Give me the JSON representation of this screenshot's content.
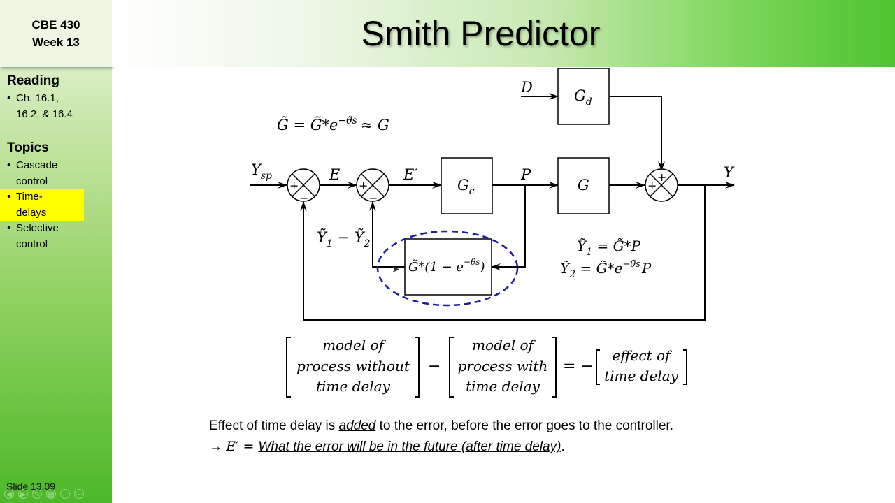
{
  "sidebar": {
    "course_line1": "CBE 430",
    "course_line2": "Week 13",
    "reading_heading": "Reading",
    "reading_items": [
      "Ch. 16.1,",
      "16.2, & 16.4"
    ],
    "topics_heading": "Topics",
    "topics": [
      {
        "line1": "Cascade",
        "line2": "control"
      },
      {
        "line1": "Time-",
        "line2": "delays"
      },
      {
        "line1": "Selective",
        "line2": "control"
      }
    ],
    "highlight_color": "#ffff00"
  },
  "slide": {
    "title": "Smith Predictor",
    "number": "Slide 13.09"
  },
  "diagram": {
    "model_eq_lhs": "G̃ = G̃*e",
    "model_eq_exp": "−θ̃s",
    "model_eq_rhs": "≈ G",
    "d_label": "D",
    "gd_label": "G",
    "gd_sub": "d",
    "ysp_label": "Y",
    "ysp_sub": "sp",
    "e_label": "E",
    "eprime_label": "E′",
    "gc_label": "G",
    "gc_sub": "c",
    "p_label": "P",
    "g_label": "G",
    "y_label": "Y",
    "plus": "+",
    "minus": "−",
    "feedback_label": "Ỹ",
    "feedback_sub1": "1",
    "feedback_mid": " − Ỹ",
    "feedback_sub2": "2",
    "predictor_block": "G̃*(1 − e",
    "predictor_exp": "−θ̃s",
    "predictor_close": ")",
    "y1_eq": "Ỹ",
    "y1_sub": "1",
    "y1_rhs": " = G̃*P",
    "y2_eq": "Ỹ",
    "y2_sub": "2",
    "y2_rhs": " = G̃*e",
    "y2_exp": "−θ̃s",
    "y2_tail": "P"
  },
  "equation": {
    "left_lines": [
      "model of",
      "process without",
      "time delay"
    ],
    "minus": "−",
    "mid_lines": [
      "model of",
      "process with",
      "time delay"
    ],
    "equals": "= −",
    "right_lines": [
      "effect of",
      "time delay"
    ]
  },
  "notes": {
    "line1_before": "Effect of time delay is ",
    "line1_emph": "added",
    "line1_after": " to the error, before the error goes to the controller.",
    "line2_arrow": "→ ",
    "line2_var": "E′ = ",
    "line2_emph": "What the error will be in the future (after time delay)",
    "line2_end": "."
  },
  "colors": {
    "accent_green": "#4cc430",
    "ellipse_blue": "#1a1aa8"
  }
}
